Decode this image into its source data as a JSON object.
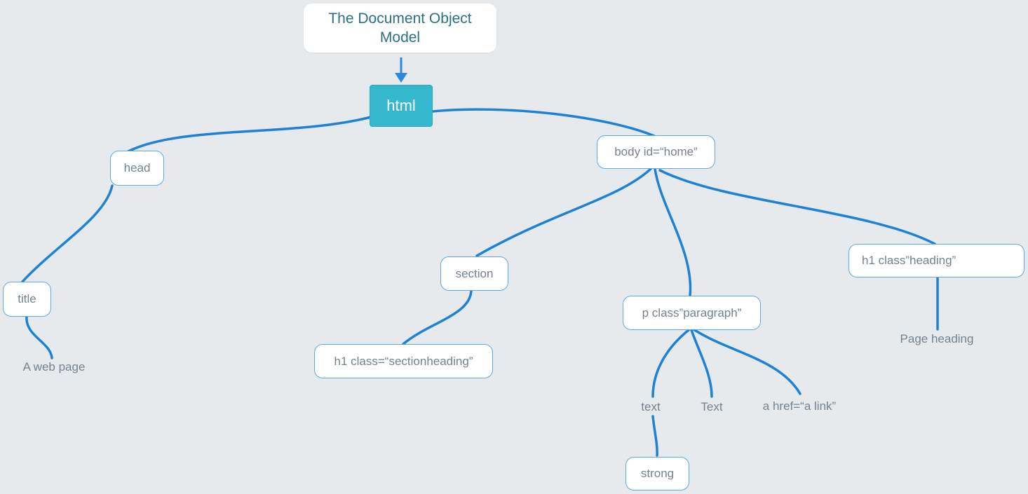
{
  "diagram_title": "The Document Object Model",
  "colors": {
    "background": "#E7EAEC",
    "connector_line": "#1E82D4",
    "arrow": "#2B8ADF",
    "node_border": "#5EA9E0",
    "node_fill": "#FFFFFF",
    "node_text": "#75828E",
    "root_text": "#2A7086",
    "html_node_fill": "#35B7CD",
    "html_node_text": "#FFFFFF"
  },
  "nodes": {
    "root": {
      "label": "The Document Object Model"
    },
    "html": {
      "label": "html"
    },
    "head": {
      "label": "head"
    },
    "body": {
      "label": "body id=“home”"
    },
    "title": {
      "label": "title"
    },
    "a_web_page": {
      "label": "A web page"
    },
    "section": {
      "label": "section"
    },
    "h1_sectionheading": {
      "label": "h1 class=“sectionheading”"
    },
    "p_paragraph": {
      "label": "p class”paragraph”"
    },
    "h1_heading": {
      "label": "h1 class”heading”"
    },
    "page_heading": {
      "label": "Page heading"
    },
    "text_lower": {
      "label": "text"
    },
    "text_capital": {
      "label": "Text"
    },
    "a_href": {
      "label": "a href=“a link”"
    },
    "strong": {
      "label": "strong"
    }
  },
  "edges": [
    {
      "from": "root",
      "to": "html",
      "style": "arrow"
    },
    {
      "from": "html",
      "to": "head",
      "style": "curve"
    },
    {
      "from": "html",
      "to": "body",
      "style": "curve"
    },
    {
      "from": "head",
      "to": "title",
      "style": "curve"
    },
    {
      "from": "title",
      "to": "a_web_page",
      "style": "curve"
    },
    {
      "from": "body",
      "to": "section",
      "style": "curve"
    },
    {
      "from": "body",
      "to": "p_paragraph",
      "style": "curve"
    },
    {
      "from": "body",
      "to": "h1_heading",
      "style": "curve"
    },
    {
      "from": "section",
      "to": "h1_sectionheading",
      "style": "curve"
    },
    {
      "from": "p_paragraph",
      "to": "text_lower",
      "style": "curve"
    },
    {
      "from": "p_paragraph",
      "to": "text_capital",
      "style": "curve"
    },
    {
      "from": "p_paragraph",
      "to": "a_href",
      "style": "curve"
    },
    {
      "from": "text_lower",
      "to": "strong",
      "style": "curve"
    },
    {
      "from": "h1_heading",
      "to": "page_heading",
      "style": "straight"
    }
  ]
}
